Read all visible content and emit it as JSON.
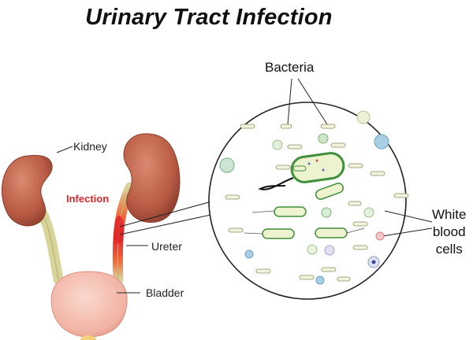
{
  "title": "Urinary Tract Infection",
  "labels": {
    "kidney": "Kidney",
    "infection": "Infection",
    "ureter": "Ureter",
    "bladder": "Bladder",
    "bacteria": "Bacteria",
    "white_blood_cells": [
      "White",
      "blood",
      "cells"
    ]
  },
  "colors": {
    "kidney": "#b85a44",
    "ureter": "#d8d49a",
    "bladder": "#f1b3a4",
    "infection": "#e0262b",
    "bacteria_outline": "#3f8f3b",
    "bacteria_fill": "#eef3cf"
  }
}
